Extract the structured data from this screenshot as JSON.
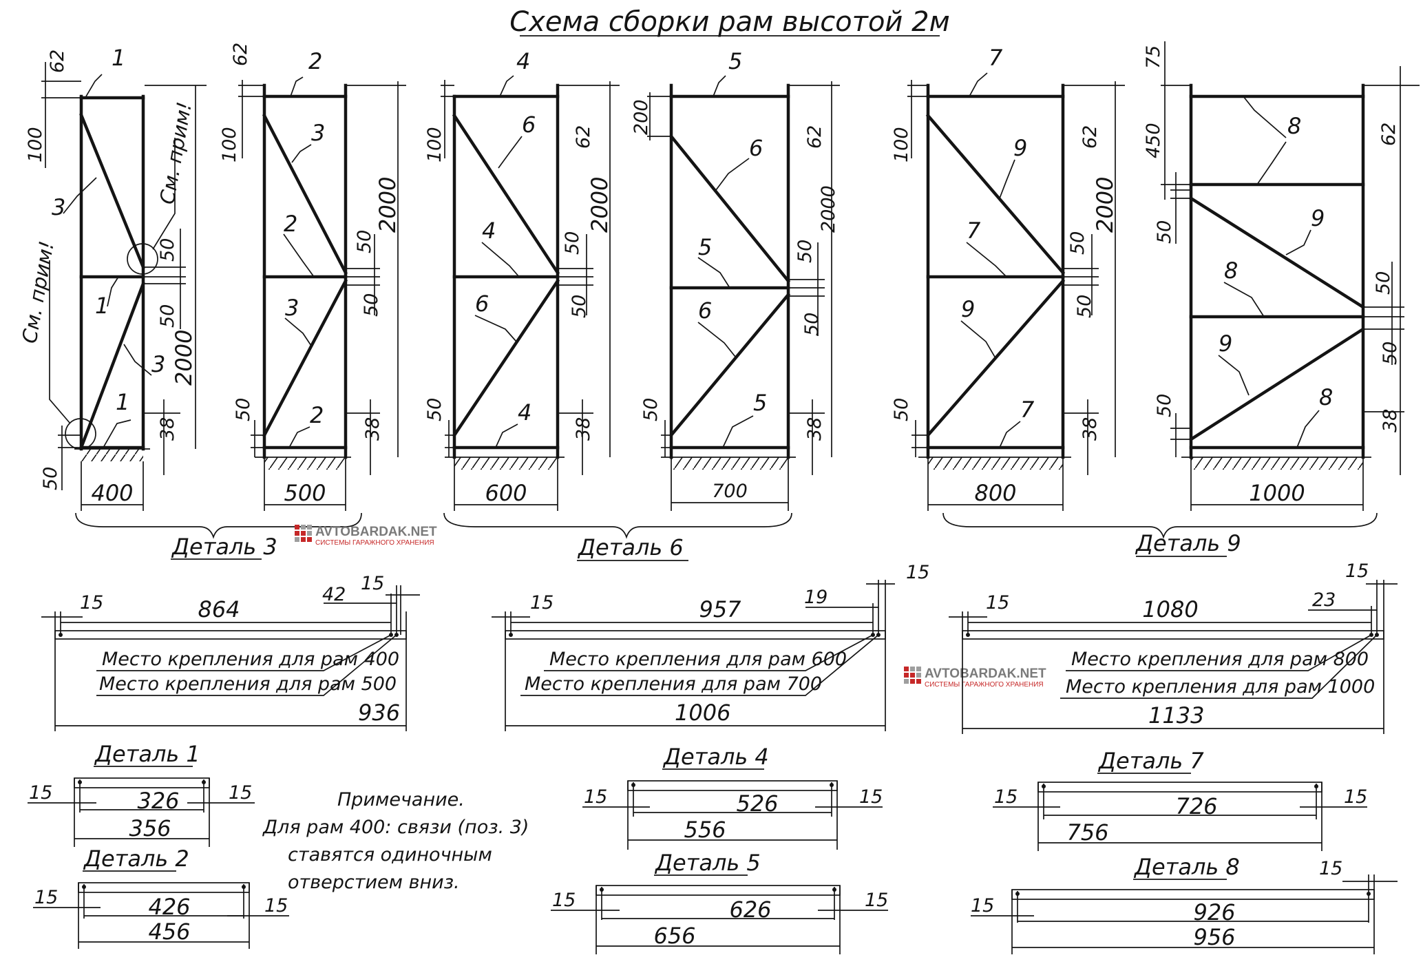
{
  "title": "Схема сборки рам высотой 2м",
  "widths": [
    "400",
    "500",
    "600",
    "700",
    "800",
    "1000"
  ],
  "heights": [
    "2000",
    "2000",
    "2000",
    "2000",
    "2000"
  ],
  "dims": {
    "d62": "62",
    "d75": "75",
    "d100": "100",
    "d200": "200",
    "d450": "450",
    "d50": "50",
    "d38": "38"
  },
  "see_note": "См. прим!",
  "part_labels": [
    "1",
    "2",
    "3",
    "4",
    "5",
    "6",
    "7",
    "8",
    "9"
  ],
  "detail_groups": [
    "Деталь 3",
    "Деталь 6",
    "Деталь 9"
  ],
  "long_parts": [
    {
      "edge": "15",
      "span": "864",
      "inner": "42",
      "end": "15",
      "total": "936",
      "mount1": "Место крепления для рам 400",
      "mount2": "Место крепления для рам 500"
    },
    {
      "edge": "15",
      "span": "957",
      "inner": "19",
      "end": "15",
      "total": "1006",
      "mount1": "Место крепления для рам 600",
      "mount2": "Место крепления для рам 700"
    },
    {
      "edge": "15",
      "span": "1080",
      "inner": "23",
      "end": "15",
      "total": "1133",
      "mount1": "Место крепления для рам 800",
      "mount2": "Место крепления для рам 1000"
    }
  ],
  "short_parts": [
    {
      "title": "Деталь 1",
      "edge": "15",
      "inner": "326",
      "outer": "356"
    },
    {
      "title": "Деталь 2",
      "edge": "15",
      "inner": "426",
      "outer": "456"
    },
    {
      "title": "Деталь 4",
      "edge": "15",
      "inner": "526",
      "outer": "556"
    },
    {
      "title": "Деталь 5",
      "edge": "15",
      "inner": "626",
      "outer": "656"
    },
    {
      "title": "Деталь 7",
      "edge": "15",
      "inner": "726",
      "outer": "756"
    },
    {
      "title": "Деталь 8",
      "edge": "15",
      "inner": "926",
      "outer": "956"
    }
  ],
  "note": {
    "heading": "Примечание.",
    "line1": "Для рам 400: связи (поз. 3)",
    "line2": "ставятся одиночным",
    "line3": "отверстием вниз."
  },
  "watermark": {
    "name": "AVTOBARDAK.NET",
    "sub": "СИСТЕМЫ ГАРАЖНОГО ХРАНЕНИЯ"
  }
}
